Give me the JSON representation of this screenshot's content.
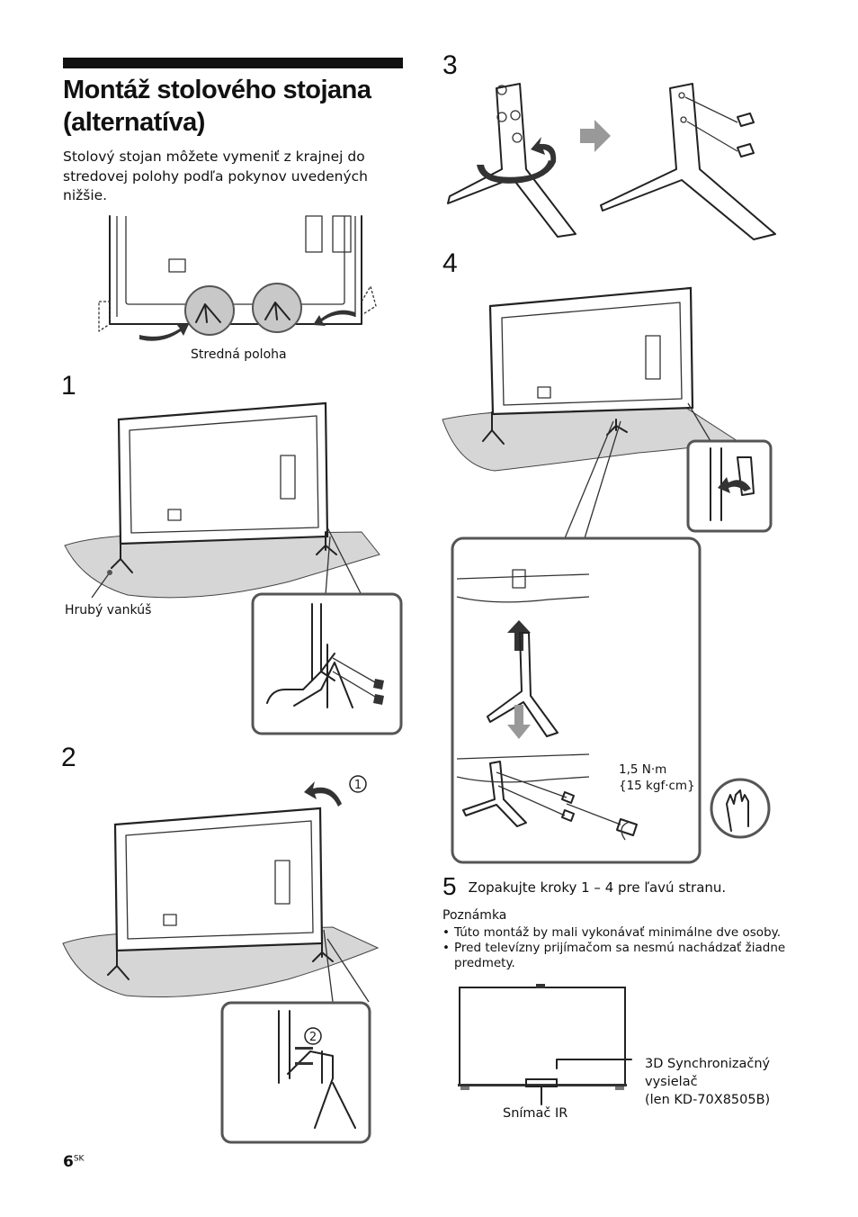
{
  "section": {
    "title_line1": "Montáž stolového stojana",
    "title_line2": "(alternatíva)",
    "intro": "Stolový stojan môžete vymeniť z krajnej do stredovej polohy podľa pokynov uvedených nižšie."
  },
  "overview": {
    "label": "Stredná poloha"
  },
  "steps": {
    "s1": {
      "number": "1",
      "label": "Hrubý vankúš"
    },
    "s2": {
      "number": "2",
      "callout1": "1",
      "callout2": "2"
    },
    "s3": {
      "number": "3"
    },
    "s4": {
      "number": "4",
      "torque_line1": "1,5 N·m",
      "torque_line2": "{15 kgf·cm}"
    },
    "s5": {
      "number": "5",
      "text": "Zopakujte kroky 1 – 4 pre ľavú stranu."
    }
  },
  "note": {
    "heading": "Poznámka",
    "items": [
      "Túto montáž by mali vykonávať minimálne dve osoby.",
      "Pred televízny prijímačom sa nesmú nachádzať žiadne predmety."
    ]
  },
  "tv_front": {
    "label_sync_line1": "3D Synchronizačný",
    "label_sync_line2": "vysielač",
    "label_sync_line3": "(len KD-70X8505B)",
    "label_ir": "Snímač IR"
  },
  "page": {
    "number": "6",
    "lang": "SK"
  }
}
